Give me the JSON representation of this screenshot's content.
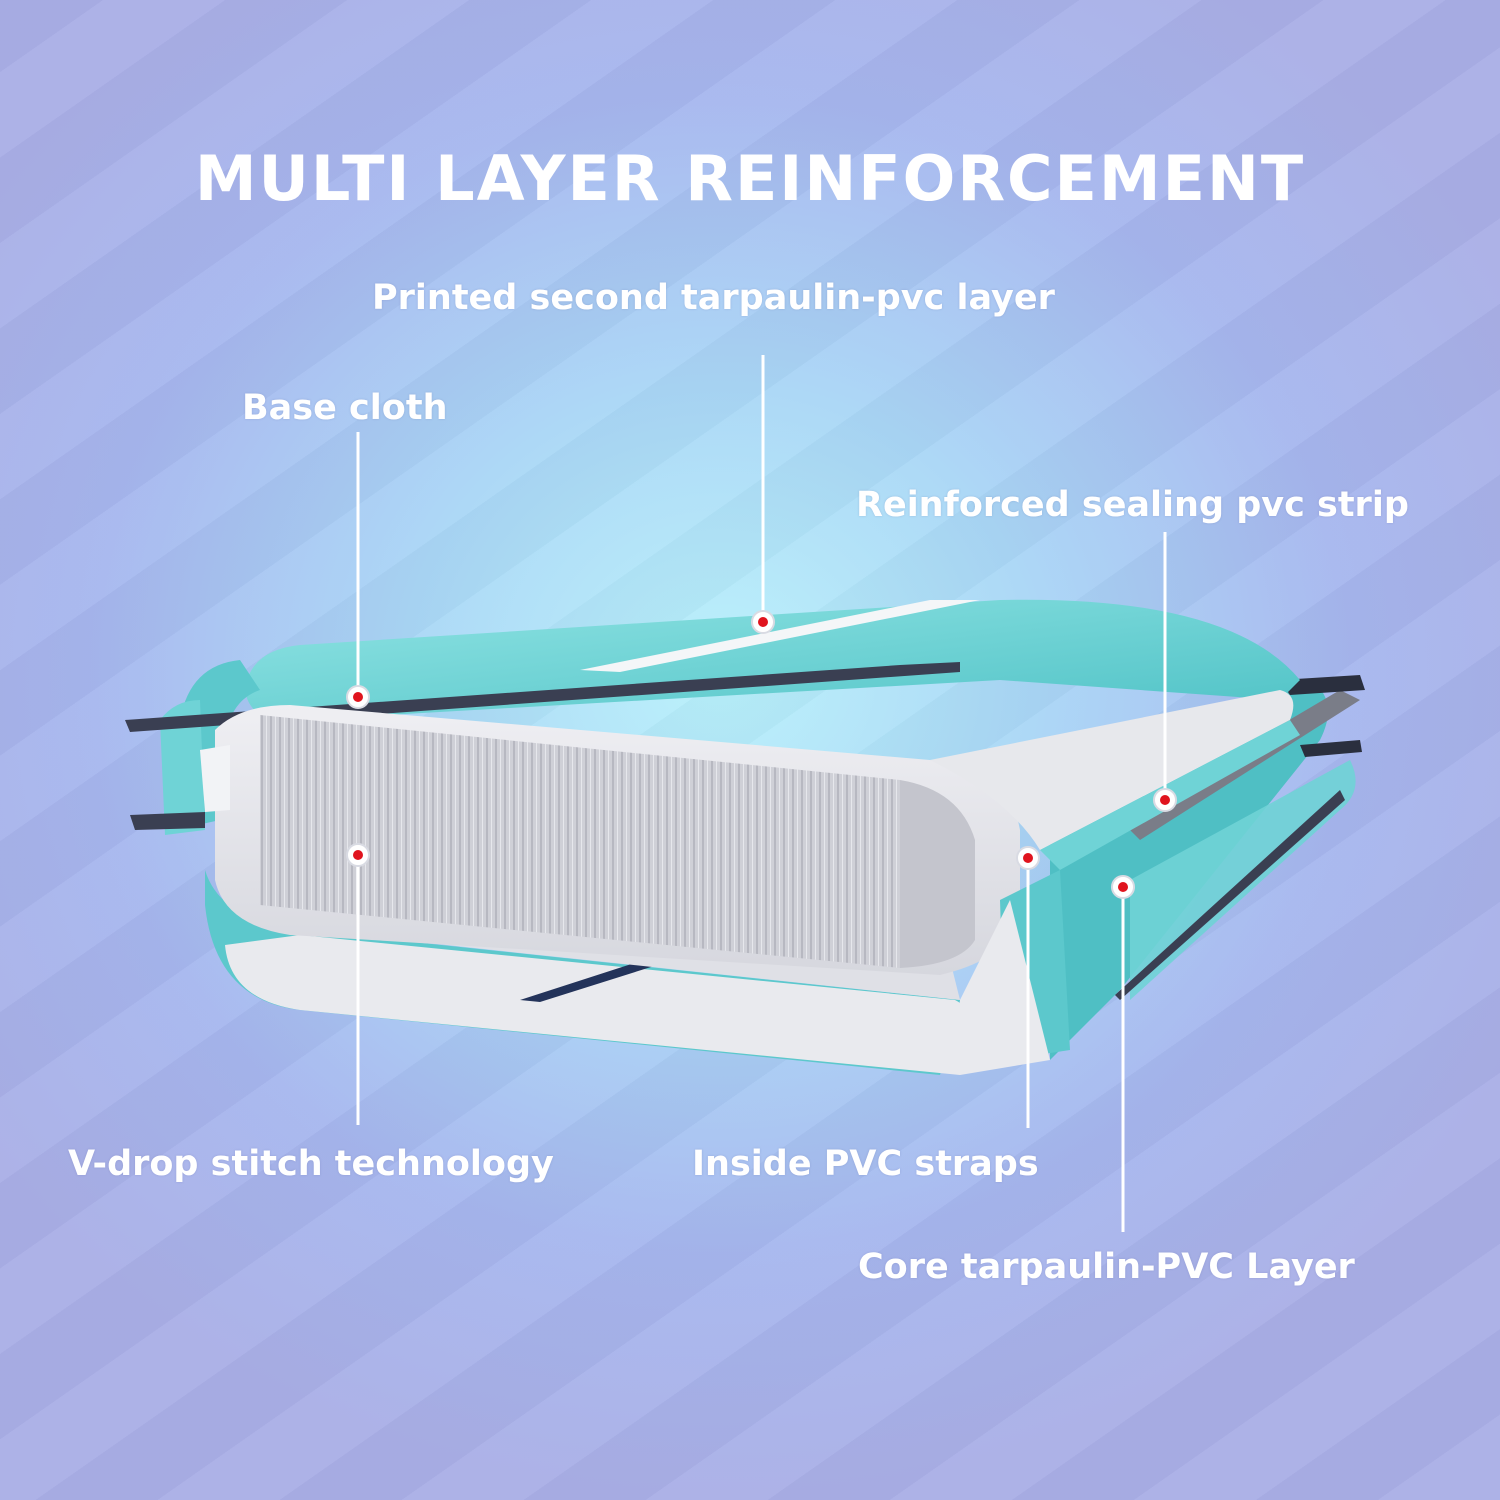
{
  "title": "MULTI LAYER REINFORCEMENT",
  "labels": {
    "printed_second_layer": "Printed second tarpaulin-pvc layer",
    "base_cloth": "Base cloth",
    "reinforced_sealing_strip": "Reinforced sealing pvc strip",
    "v_drop_stitch": "V-drop stitch technology",
    "inside_pvc_straps": "Inside PVC straps",
    "core_layer": "Core tarpaulin-PVC Layer"
  },
  "colors": {
    "teal": "#6fd3d6",
    "teal_dark": "#3fb5bb",
    "core_grey": "#e3e4ea",
    "marker_red": "#e0141e",
    "label_white": "#ffffff"
  }
}
